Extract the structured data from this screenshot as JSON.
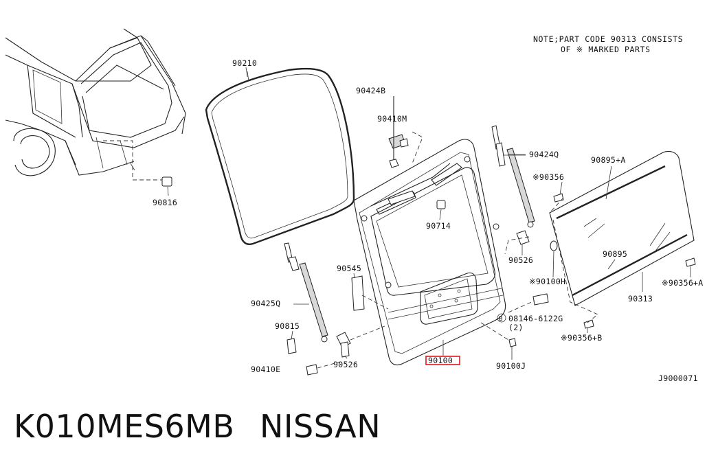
{
  "note": {
    "line1": "NOTE;PART CODE 90313 CONSISTS",
    "line2": "OF ※ MARKED PARTS"
  },
  "labels": {
    "p90210": "90210",
    "p90424B": "90424B",
    "p90410M": "90410M",
    "p90424Q": "90424Q",
    "p90816": "90816",
    "p90714": "90714",
    "p90895A": "90895+A",
    "p90356": "※90356",
    "p90526r": "90526",
    "p90895": "90895",
    "p90545": "90545",
    "p90100H": "※90100H",
    "p90356A": "※90356+A",
    "p90313": "90313",
    "p90425Q": "90425Q",
    "p08146": "08146-6122G",
    "p08146qty": "(2)",
    "p08146sym": "B",
    "p90815": "90815",
    "p90356B": "※90356+B",
    "p90526l": "90526",
    "p90100": "90100",
    "p90100J": "90100J",
    "p90410E": "90410E",
    "diagram_id": "J9000071"
  },
  "caption": {
    "part_number": "K010MES6MB",
    "brand": "NISSAN"
  },
  "colors": {
    "highlight": "#e0141e",
    "ink": "#222222"
  }
}
